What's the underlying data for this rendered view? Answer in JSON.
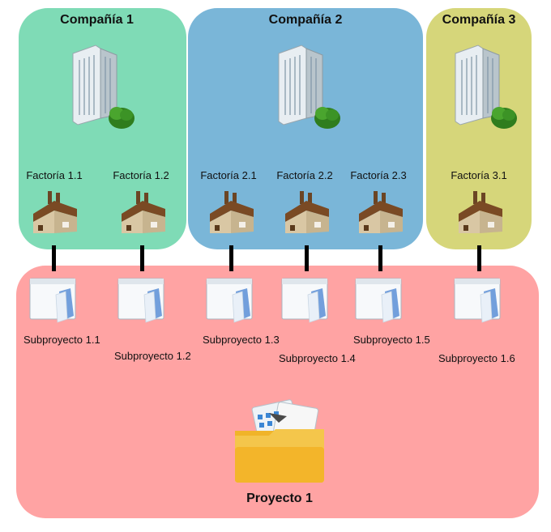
{
  "colors": {
    "company1": "#7fdbb6",
    "company2": "#7ab6d8",
    "company3": "#d6d67a",
    "project": "#ffa3a3"
  },
  "companies": [
    {
      "title": "Compañía 1",
      "factories": [
        "Factoría 1.1",
        "Factoría 1.2"
      ]
    },
    {
      "title": "Compañía 2",
      "factories": [
        "Factoría 2.1",
        "Factoría 2.2",
        "Factoría 2.3"
      ]
    },
    {
      "title": "Compañía 3",
      "factories": [
        "Factoría 3.1"
      ]
    }
  ],
  "subprojects": [
    "Subproyecto 1.1",
    "Subproyecto 1.2",
    "Subproyecto 1.3",
    "Subproyecto 1.4",
    "Subproyecto 1.5",
    "Subproyecto 1.6"
  ],
  "project": {
    "title": "Proyecto 1"
  },
  "icons": {
    "company": "office-building-icon",
    "factory": "factory-icon",
    "subproject": "window-document-icon",
    "project": "folder-icon"
  }
}
